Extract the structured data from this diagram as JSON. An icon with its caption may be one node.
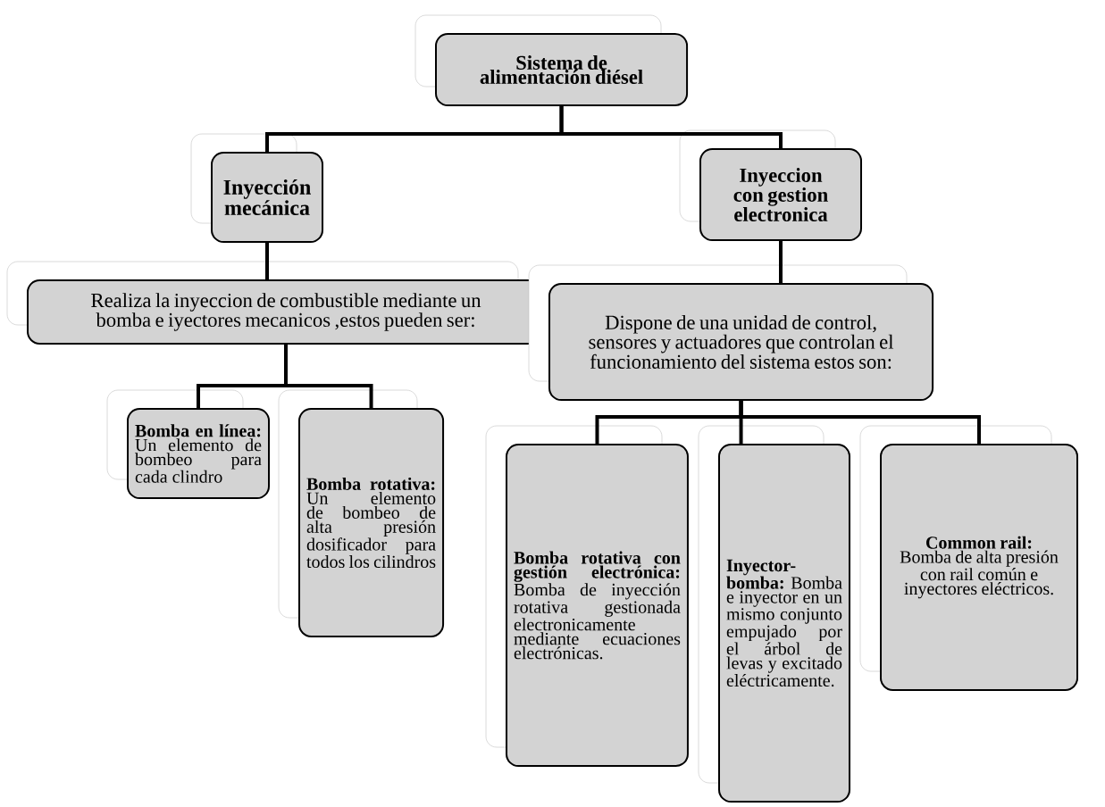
{
  "diagram": {
    "nodes": [
      {
        "text": [
          "Sistema de alimentación diésel"
        ]
      },
      {
        "text": [
          "Inyección mecánica"
        ]
      },
      {
        "text": [
          "Inyeccion con gestion electronica"
        ]
      },
      {
        "text": [
          "Realiza la inyeccion de combustible mediante un bomba e iyectores mecanicos ,estos pueden ser:"
        ]
      },
      {
        "text": [
          "Dispone de una unidad de control, sensores y actuadores que controlan el funcionamiento del sistema estos son:"
        ]
      },
      {
        "text": [
          "**Bomba en línea:** Un elemento de bombeo para cada clindro"
        ]
      },
      {
        "text": [
          "**Bomba rotativa:** Un elemento de bombeo de alta presión dosificador para todos los cilindros"
        ]
      },
      {
        "text": [
          "**Bomba rotativa con gestión electrónica:** Bomba de inyección rotativa gestionada electronicamente mediante ecuaciones electrónicas."
        ]
      },
      {
        "text": [
          "**Inyector-bomba:** Bomba e inyector en un mismo conjunto empujado por el árbol de levas y excitado eléctricamente."
        ]
      },
      {
        "text": [
          "**Common rail:** Bomba de alta presión con rail común e inyectores eléctricos."
        ]
      }
    ],
    "edges": [
      {
        "from": 0,
        "to": 1,
        "arrow": "none"
      },
      {
        "from": 0,
        "to": 2,
        "arrow": "none"
      },
      {
        "from": 1,
        "to": 3,
        "arrow": "none"
      },
      {
        "from": 2,
        "to": 4,
        "arrow": "none"
      },
      {
        "from": 3,
        "to": 5,
        "arrow": "none"
      },
      {
        "from": 3,
        "to": 6,
        "arrow": "none"
      },
      {
        "from": 4,
        "to": 7,
        "arrow": "none"
      },
      {
        "from": 4,
        "to": 8,
        "arrow": "none"
      },
      {
        "from": 4,
        "to": 9,
        "arrow": "none"
      }
    ]
  }
}
